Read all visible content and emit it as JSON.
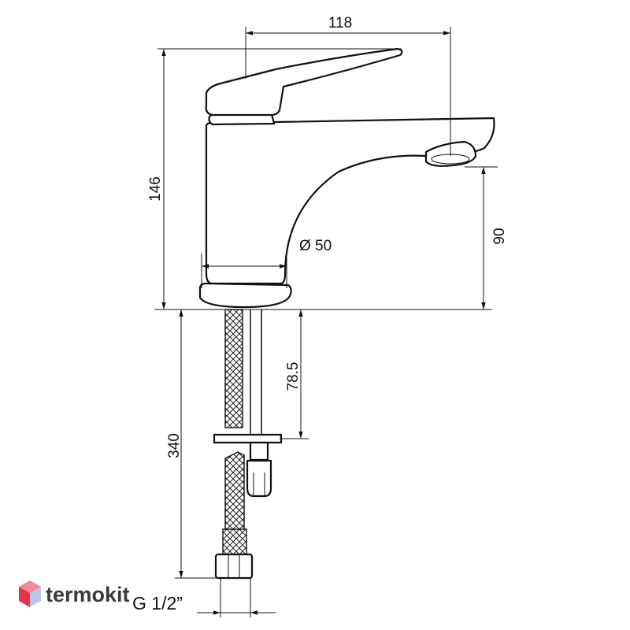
{
  "dimensions": {
    "width_top": "118",
    "height_total": "146",
    "base_diameter": "Ø 50",
    "spout_height": "90",
    "shank_length": "78.5",
    "hose_length": "340",
    "thread": "G 1/2”"
  },
  "brand": {
    "name": "termokit",
    "icon": "hexagon-cube-icon",
    "colors": {
      "top": "#f08a94",
      "left": "#e2324a",
      "right": "#b8c7e6"
    }
  },
  "colors": {
    "line": "#111111",
    "background": "#ffffff"
  }
}
